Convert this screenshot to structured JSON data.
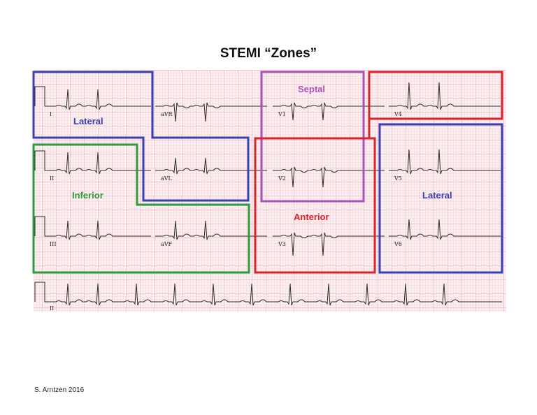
{
  "title": "STEMI “Zones”",
  "credit": "S. Arntzen 2016",
  "colors": {
    "paper": "#fbeef0",
    "grid_minor": "#efc2c9",
    "grid_major": "#de8e9b",
    "trace": "#2a2a2a",
    "lateral": "#3a3fb0",
    "septal": "#a653b5",
    "anterior": "#d4262f",
    "inferior": "#2e9a3b"
  },
  "leads": [
    "I",
    "aVR",
    "V1",
    "V4",
    "II",
    "aVL",
    "V2",
    "V5",
    "III",
    "aVF",
    "V3",
    "V6",
    "II"
  ],
  "zones": [
    {
      "id": "lateral-limb",
      "label": "Lateral",
      "color": "#3a3fb0"
    },
    {
      "id": "septal",
      "label": "Septal",
      "color": "#a653b5"
    },
    {
      "id": "anterior",
      "label": "Anterior",
      "color": "#d4262f"
    },
    {
      "id": "inferior",
      "label": "Inferior",
      "color": "#2e9a3b"
    },
    {
      "id": "lateral-precordial",
      "label": "Lateral",
      "color": "#3a3fb0"
    }
  ]
}
